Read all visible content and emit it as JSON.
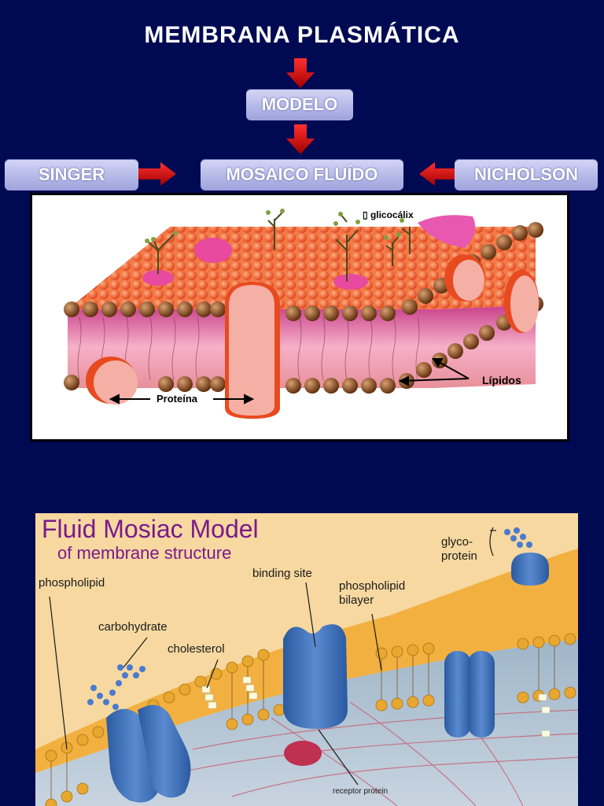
{
  "header": {
    "title": "MEMBRANA  PLASMÁTICA"
  },
  "flow": {
    "modelo": "MODELO",
    "singer": "SINGER",
    "mosaico": "MOSAICO FLUÍDO",
    "nicholson": "NICHOLSON"
  },
  "diagram1": {
    "glicocalix": "▯ glicocálix",
    "lipidos": "Lípidos",
    "proteina": "Proteína"
  },
  "diagram2": {
    "title": "Fluid Mosiac Model",
    "subtitle": "of membrane structure",
    "phospholipid": "phospholipid",
    "binding_site": "binding site",
    "bilayer_line1": "phospholipid",
    "bilayer_line2": "bilayer",
    "glyco_line1": "glyco-",
    "glyco_line2": "protein",
    "carbohydrate": "carbohydrate",
    "cholesterol": "cholesterol",
    "receptor": "receptor protein"
  },
  "colors": {
    "background": "#000a52",
    "pill": "#b4b8ea",
    "arrow": "#e00000"
  }
}
